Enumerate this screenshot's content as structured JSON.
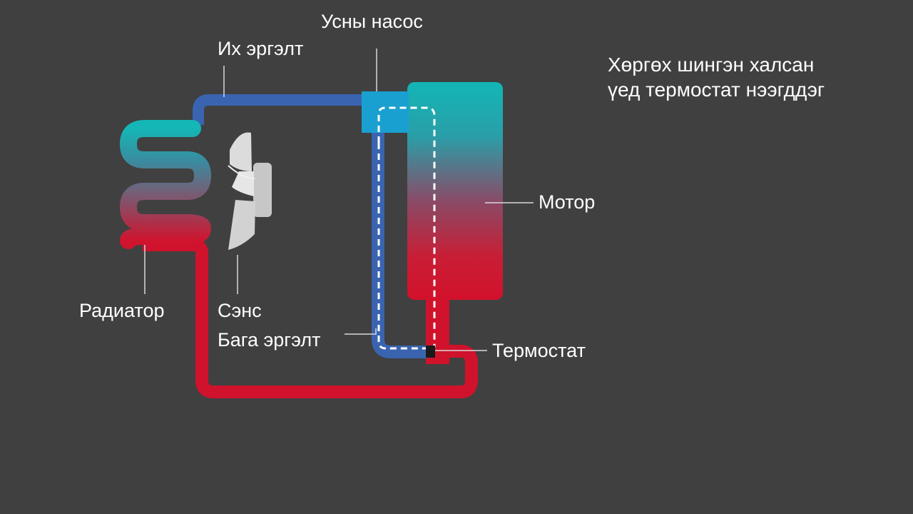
{
  "caption": {
    "line1": "Хөргөх шингэн халсан",
    "line2": "үед термостат нээгддэг"
  },
  "labels": {
    "pump": "Усны насос",
    "big_circuit": "Их эргэлт",
    "motor": "Мотор",
    "radiator": "Радиатор",
    "fan": "Сэнс",
    "small_circuit": "Бага эргэлт",
    "thermostat": "Термостат"
  },
  "colors": {
    "background": "#404040",
    "cold": "#3a64b0",
    "hot": "#d0122c",
    "teal": "#14b4b8",
    "pump": "#1aa0d0",
    "fan": "#d8d8d8",
    "leader": "#d9d9d9"
  }
}
